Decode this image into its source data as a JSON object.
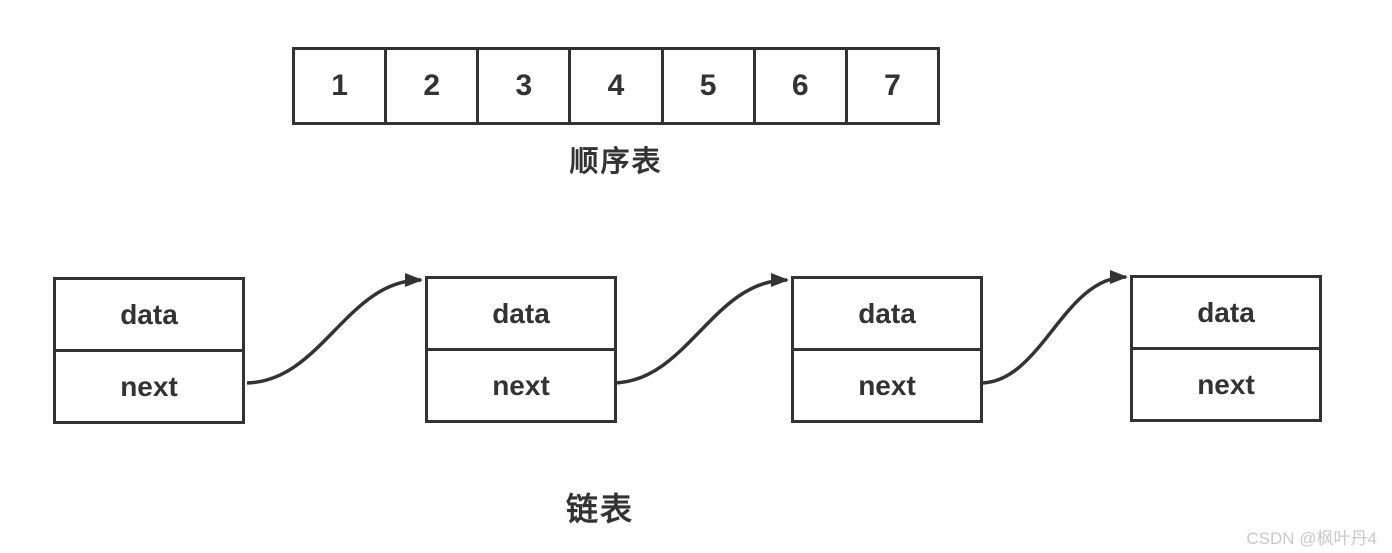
{
  "colors": {
    "stroke": "#333333",
    "text": "#333333",
    "background": "#ffffff",
    "watermark": "#c9c9c9"
  },
  "sequential_list": {
    "label": "顺序表",
    "cells": [
      "1",
      "2",
      "3",
      "4",
      "5",
      "6",
      "7"
    ]
  },
  "linked_list": {
    "label": "链表",
    "nodes": [
      {
        "data_label": "data",
        "next_label": "next"
      },
      {
        "data_label": "data",
        "next_label": "next"
      },
      {
        "data_label": "data",
        "next_label": "next"
      },
      {
        "data_label": "data",
        "next_label": "next"
      }
    ]
  },
  "watermark": "CSDN @枫叶丹4"
}
